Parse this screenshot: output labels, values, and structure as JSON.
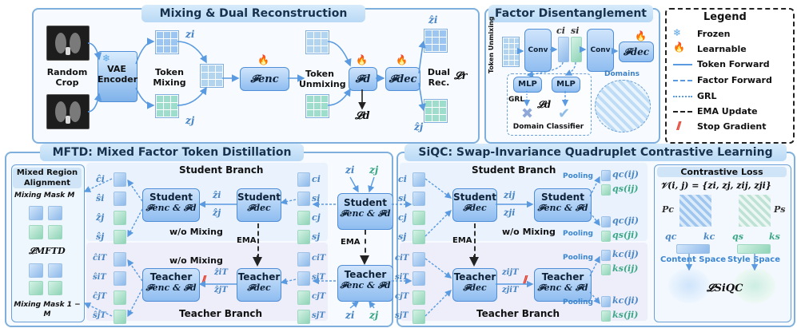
{
  "panels": {
    "mix": "Mixing & Dual Reconstruction",
    "factor": "Factor Disentanglement",
    "mftd": "MFTD: Mixed Factor Token Distillation",
    "siqc": "SiQC: Swap-Invariance Quadruplet Contrastive Learning"
  },
  "mix": {
    "random_crop": "Random Crop",
    "vae_encoder": "VAE Encoder",
    "token_mixing": "Token Mixing",
    "token_unmixing": "Token Unmixing",
    "dual_rec": "Dual Rec.",
    "f_enc": "𝓕enc",
    "f_d": "𝓕d",
    "f_dec": "𝓕dec",
    "z_i": "zi",
    "z_j": "zj",
    "z_i_hat": "ẑi",
    "z_j_hat": "ẑj",
    "loss_r": "𝓛r",
    "loss_d": "𝓛d"
  },
  "factor": {
    "token_unmixing": "Token Unmixing",
    "conv1": "Conv",
    "conv2": "Conv",
    "c_i": "ci",
    "s_i": "si",
    "f_dec": "𝓕dec",
    "domains": "Domains",
    "mlp1": "MLP",
    "mlp2": "MLP",
    "grl": "GRL",
    "loss_d": "𝓛d",
    "domain_classifier": "Domain Classifier"
  },
  "legend": {
    "title": "Legend",
    "items": [
      "Frozen",
      "Learnable",
      "Token Forward",
      "Factor Forward",
      "GRL",
      "EMA Update",
      "Stop Gradient"
    ]
  },
  "mftd": {
    "mixed_region": "Mixed Region Alignment",
    "mixing_mask_m": "Mixing Mask M",
    "mixing_mask_1m": "Mixing Mask 1 − M",
    "loss_mftd": "𝓛MFTD",
    "student_branch": "Student Branch",
    "teacher_branch": "Teacher Branch",
    "student": "Student",
    "teacher": "Teacher",
    "enc_d": "𝓕enc & 𝓕d",
    "dec": "𝓕dec",
    "wo_mixing_top": "w/o Mixing",
    "wo_mixing_bottom": "w/o Mixing",
    "ema": "EMA",
    "left_tokens_top": [
      "ĉi",
      "ŝi",
      "ẑj",
      "ŝj"
    ],
    "left_tokens_bottom": [
      "ĉiT",
      "ŝiT",
      "ĉjT",
      "ŝjT"
    ],
    "right_tokens_top": [
      "ci",
      "si",
      "cj",
      "sj"
    ],
    "right_tokens_bottom": [
      "ciT",
      "siT",
      "cjT",
      "sjT"
    ],
    "mid_hat_top": [
      "ẑi",
      "ẑj"
    ],
    "mid_hat_bottom": [
      "ẑiT",
      "ẑjT"
    ]
  },
  "center": {
    "student": "Student",
    "teacher": "Teacher",
    "enc_d": "𝓕enc & 𝓕d",
    "ema": "EMA",
    "z_i_top": "zi",
    "z_j_top": "zj",
    "z_i_bottom": "zi",
    "z_j_bottom": "zj"
  },
  "siqc": {
    "student_branch": "Student Branch",
    "teacher_branch": "Teacher Branch",
    "student": "Student",
    "teacher": "Teacher",
    "dec": "𝓕dec",
    "enc_d": "𝓕enc & 𝓕d",
    "wo_mixing": "w/o Mixing",
    "ema": "EMA",
    "pooling": [
      "Pooling",
      "Pooling",
      "Pooling",
      "Pooling"
    ],
    "tokens_top": [
      "ci",
      "si",
      "cj",
      "sj"
    ],
    "tokens_bottom": [
      "ciT",
      "siT",
      "cjT",
      "sjT"
    ],
    "z_top": [
      "zij",
      "zji"
    ],
    "z_bottom": [
      "zijT",
      "zjiT"
    ],
    "q_outputs": [
      "qc(ij)",
      "qs(ij)",
      "qc(ji)",
      "qs(ji)"
    ],
    "k_outputs": [
      "kc(ij)",
      "ks(ij)",
      "kc(ji)",
      "ks(ji)"
    ],
    "contrastive_title": "Contrastive Loss",
    "v_formula": "𝒱(i, j) = {zi, zj, zij, zji}",
    "p_c": "Pc",
    "p_s": "Ps",
    "q_c": "qc",
    "k_c": "kc",
    "q_s": "qs",
    "k_s": "ks",
    "content_space": "Content Space",
    "style_space": "Style Space",
    "loss_siqc": "𝓛SiQC"
  },
  "colors": {
    "panel_border": "#7fb0dd",
    "box_fill": "#8fbdf0",
    "content_token": "#8db9ea",
    "style_token": "#8fd4b7",
    "flame": "#f06e1e",
    "stop_gradient": "#e23b2b"
  }
}
